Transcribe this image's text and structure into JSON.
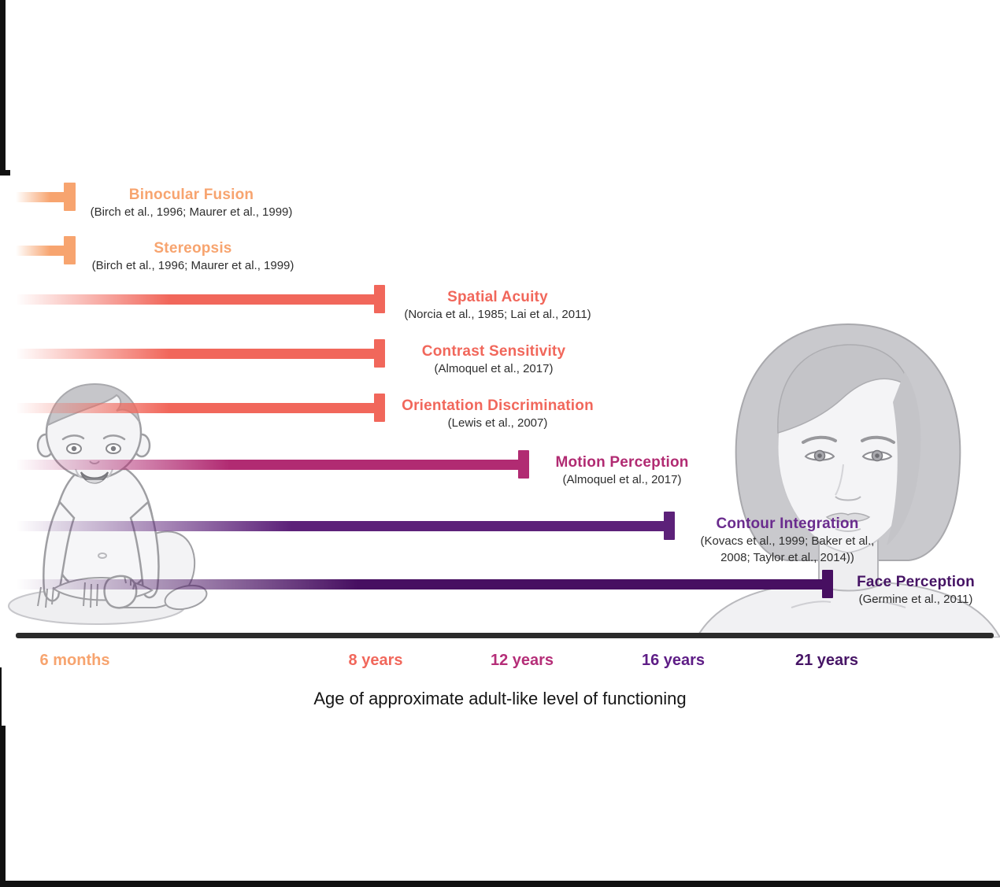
{
  "chart_data": {
    "type": "bar",
    "orientation": "horizontal-timeline",
    "xlabel": "Age of approximate adult-like level of functioning",
    "legend_position": "none",
    "grid": false,
    "ticks": [
      {
        "label": "6 months",
        "color": "#F7A46F"
      },
      {
        "label": "8 years",
        "color": "#F1675B"
      },
      {
        "label": "12 years",
        "color": "#B52E78"
      },
      {
        "label": "16 years",
        "color": "#5E1D86"
      },
      {
        "label": "21 years",
        "color": "#471566"
      }
    ],
    "rows": [
      {
        "label": "Binocular Fusion",
        "citation": "(Birch et al., 1996; Maurer et al., 1999)",
        "adult_like_age": "6 months",
        "color": "#F7A46F"
      },
      {
        "label": "Stereopsis",
        "citation": "(Birch et al., 1996; Maurer et al., 1999)",
        "adult_like_age": "6 months",
        "color": "#F7A46F"
      },
      {
        "label": "Spatial Acuity",
        "citation": "(Norcia et al., 1985; Lai et al., 2011)",
        "adult_like_age": "8 years",
        "color": "#F1675B"
      },
      {
        "label": "Contrast Sensitivity",
        "citation": "(Almoquel et al., 2017)",
        "adult_like_age": "8 years",
        "color": "#F1675B"
      },
      {
        "label": "Orientation Discrimination",
        "citation": "(Lewis et al., 2007)",
        "adult_like_age": "8 years",
        "color": "#F1675B"
      },
      {
        "label": "Motion Perception",
        "citation": "(Almoquel et al., 2017)",
        "adult_like_age": "12 years",
        "color": "#B12B72"
      },
      {
        "label": "Contour Integration",
        "citation": "(Kovacs et al., 1999; Baker et al., 2008; Taylor et al., 2014))",
        "adult_like_age": "16 years",
        "color": "#5C2179",
        "label_color": "#6A2C8E"
      },
      {
        "label": "Face Perception",
        "citation": "(Germine et al., 2011)",
        "adult_like_age": "21 years",
        "color": "#470F61",
        "label_color": "#451364"
      }
    ],
    "illustrations": [
      {
        "name": "baby-illustration",
        "style": "grayscale line art, sitting infant"
      },
      {
        "name": "adult-face-illustration",
        "style": "grayscale line art, adult woman face"
      }
    ],
    "axis_color": "#2b2b2b"
  }
}
